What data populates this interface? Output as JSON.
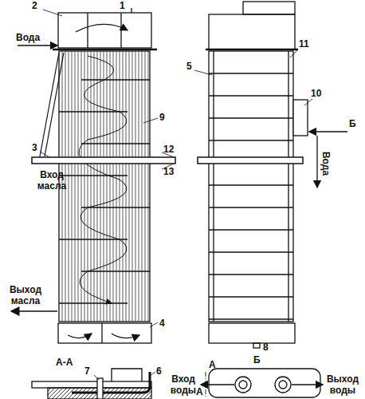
{
  "diagram": {
    "labels": [
      "2",
      "1",
      "Вода",
      "3",
      "Вход масла",
      "Выход масла",
      "4",
      "9",
      "12",
      "13",
      "5",
      "11",
      "10",
      "Б",
      "Вода",
      "8",
      "А-А",
      "6",
      "7",
      "Б",
      "А",
      "Вход воды",
      "Выход воды",
      "А"
    ]
  }
}
